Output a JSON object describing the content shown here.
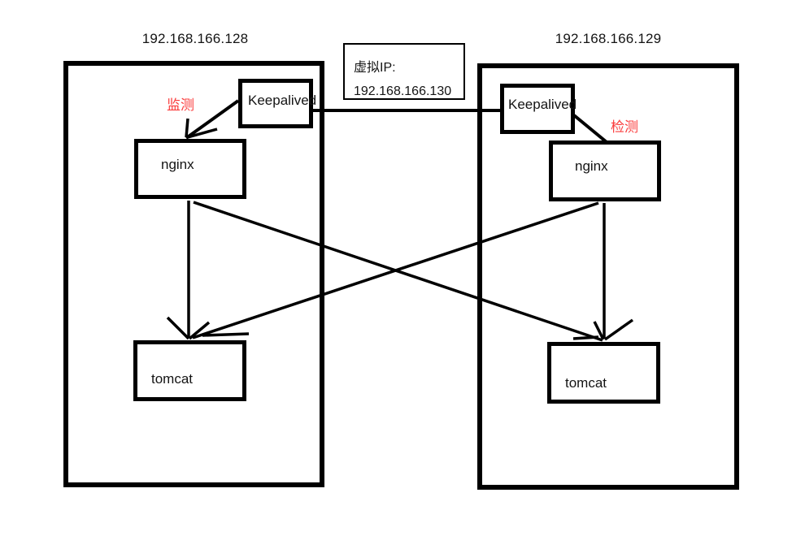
{
  "diagram": {
    "background": "#ffffff",
    "line_color": "#000000",
    "text_color": "#141414",
    "accent_red": "#fa3c3c"
  },
  "virtual_ip_box": {
    "title": "虚拟IP:",
    "address": "192.168.166.130"
  },
  "server_left": {
    "ip": "192.168.166.128",
    "keepalived": "Keepalived",
    "nginx": "nginx",
    "tomcat": "tomcat",
    "monitor_label": "监测"
  },
  "server_right": {
    "ip": "192.168.166.129",
    "keepalived": "Keepalived",
    "nginx": "nginx",
    "tomcat": "tomcat",
    "monitor_label": "检测"
  }
}
